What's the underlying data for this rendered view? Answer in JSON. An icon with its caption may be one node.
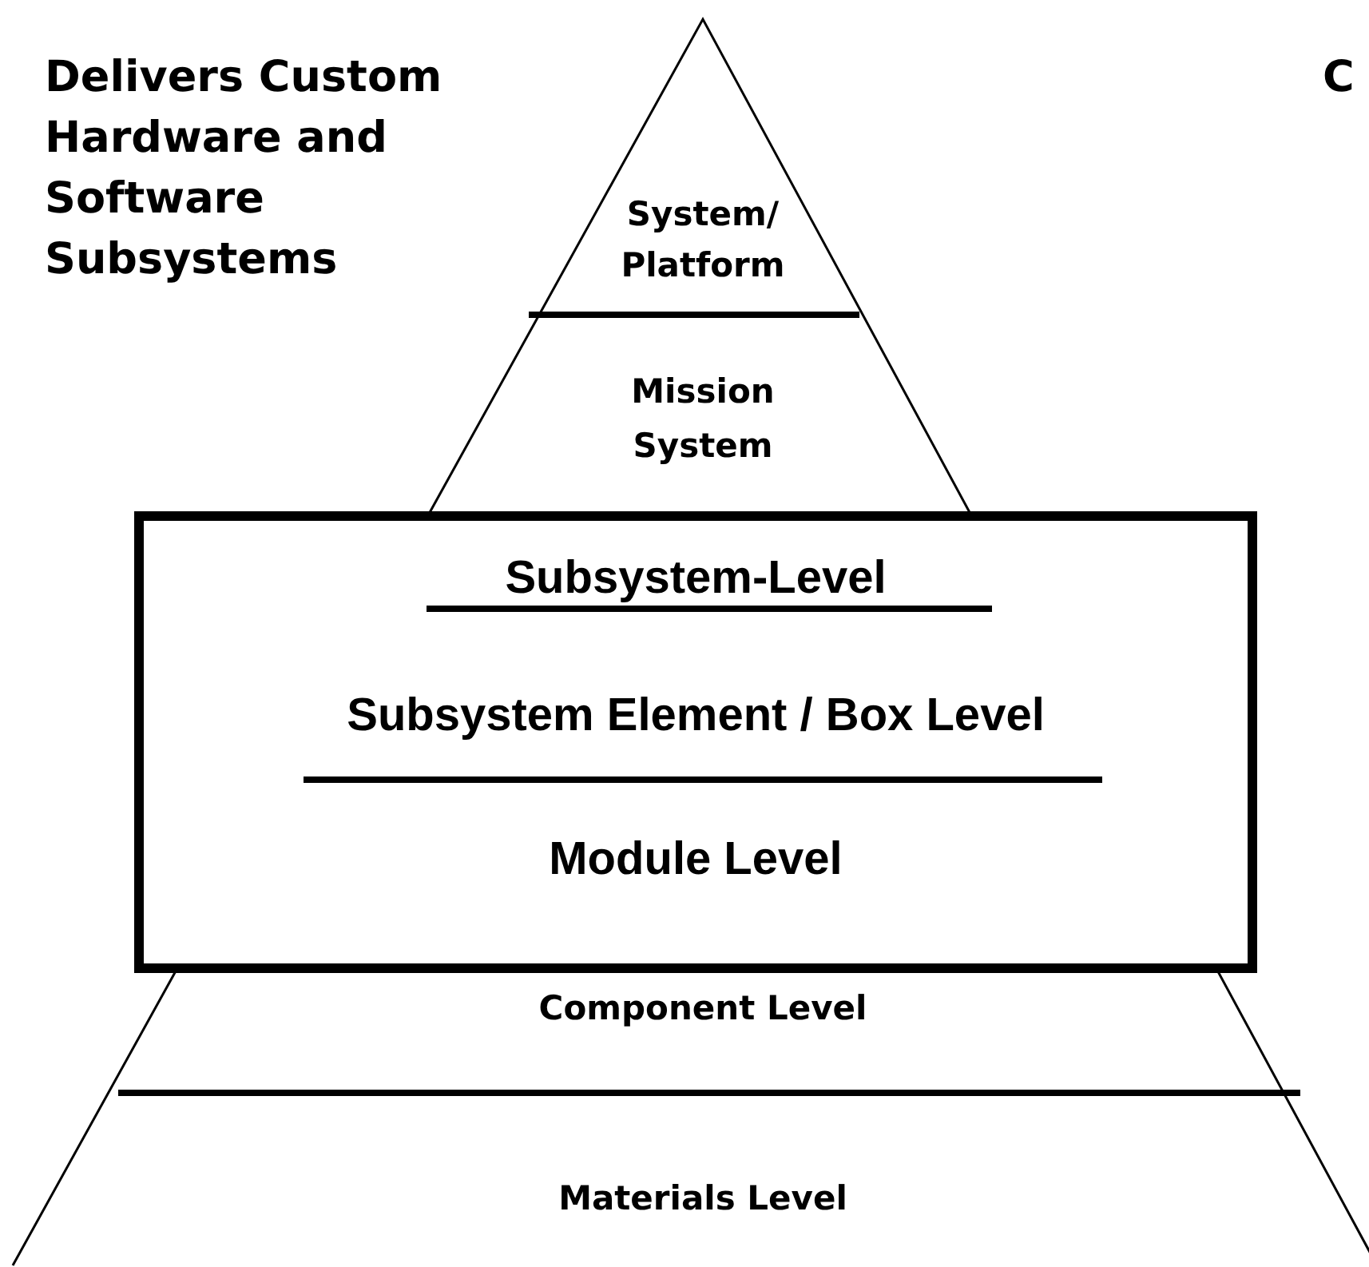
{
  "diagram": {
    "title": "Delivers Custom Hardware and Software Subsystems",
    "nodes": [
      {
        "text": [
          "System/ Platform"
        ]
      },
      {
        "text": [
          "Mission System"
        ]
      },
      {
        "text": [
          "Subsystem-Level",
          "Subsystem Element / Box Level",
          "Module Level"
        ]
      },
      {
        "text": [
          "Component Level"
        ]
      },
      {
        "text": [
          "Materials Level"
        ]
      }
    ],
    "labels": [
      "C"
    ]
  }
}
